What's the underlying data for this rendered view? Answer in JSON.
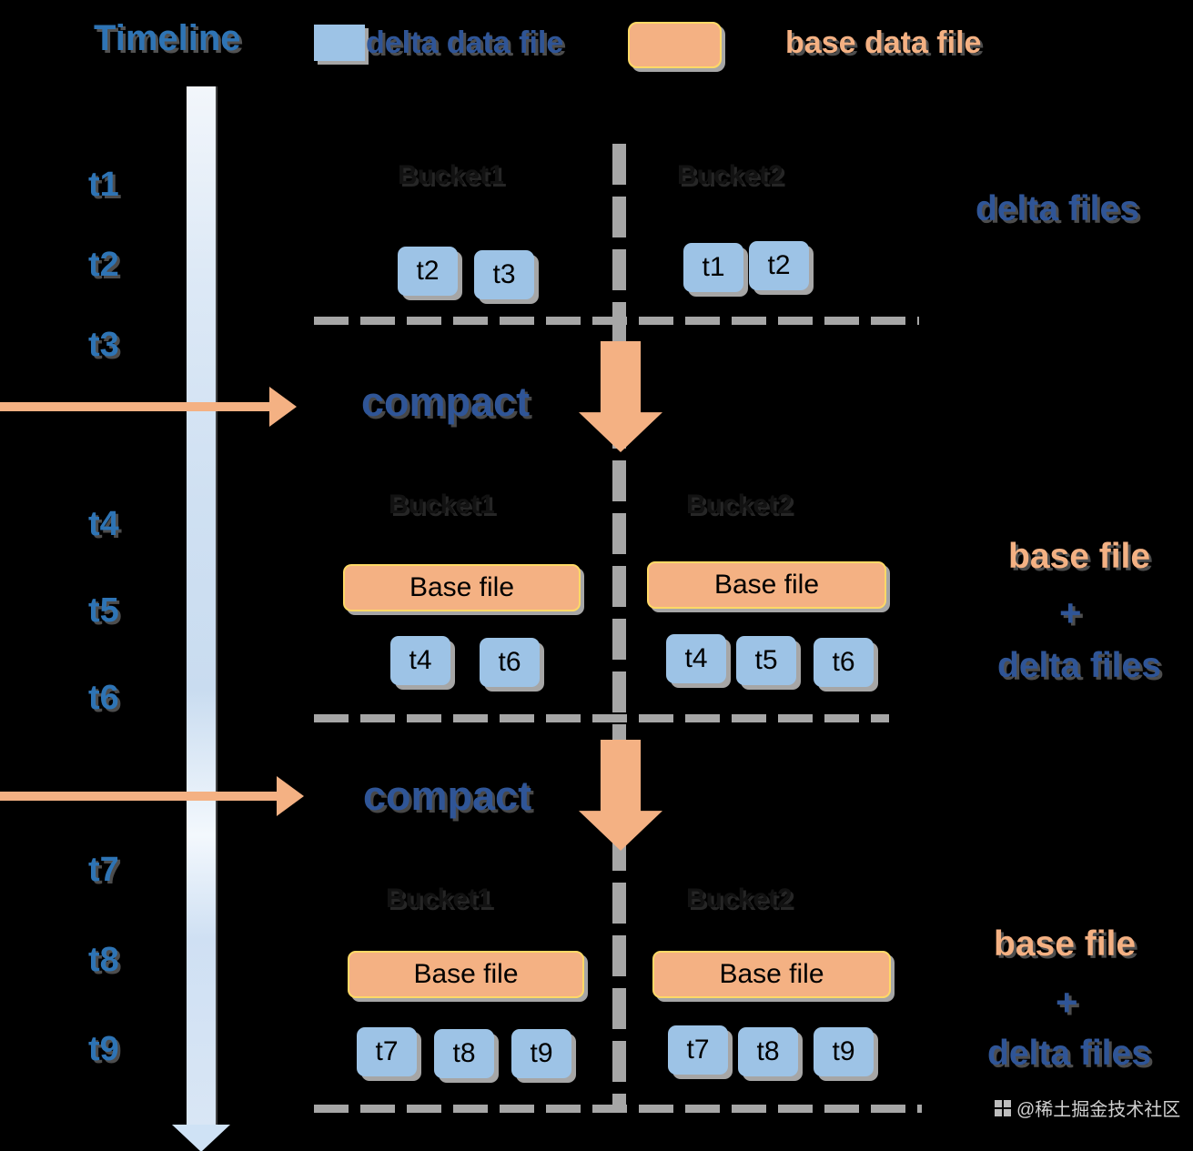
{
  "header": {
    "title": "Timeline",
    "legend": {
      "delta": {
        "label": "delta data file",
        "swatch": "delta-square"
      },
      "base": {
        "label": "base data file",
        "swatch": "base-rounded-square"
      }
    }
  },
  "timeline": {
    "ticks": [
      "t1",
      "t2",
      "t3",
      "t4",
      "t5",
      "t6",
      "t7",
      "t8",
      "t9"
    ]
  },
  "compact": {
    "labels": [
      "compact",
      "compact"
    ]
  },
  "sections": [
    {
      "annotation": {
        "lines": [
          "delta files"
        ]
      },
      "buckets": [
        {
          "title": "Bucket1",
          "deltas": [
            "t2",
            "t3"
          ]
        },
        {
          "title": "Bucket2",
          "deltas": [
            "t1",
            "t2"
          ]
        }
      ]
    },
    {
      "annotation": {
        "lines": [
          "base file",
          "+",
          "delta files"
        ]
      },
      "buckets": [
        {
          "title": "Bucket1",
          "base_file": "Base file",
          "deltas": [
            "t4",
            "t6"
          ]
        },
        {
          "title": "Bucket2",
          "base_file": "Base file",
          "deltas": [
            "t4",
            "t5",
            "t6"
          ]
        }
      ]
    },
    {
      "annotation": {
        "lines": [
          "base file",
          "+",
          "delta files"
        ]
      },
      "buckets": [
        {
          "title": "Bucket1",
          "base_file": "Base file",
          "deltas": [
            "t7",
            "t8",
            "t9"
          ]
        },
        {
          "title": "Bucket2",
          "base_file": "Base file",
          "deltas": [
            "t7",
            "t8",
            "t9"
          ]
        }
      ]
    }
  ],
  "watermark": {
    "text": "@稀土掘金技术社区"
  },
  "colors": {
    "timeline_text_blue": "#2E74B5",
    "label_blue": "#2F5597",
    "delta_fill": "#9DC3E6",
    "base_fill": "#F4B183",
    "base_border": "#FFD966",
    "dash_gray": "#A6A6A6"
  }
}
